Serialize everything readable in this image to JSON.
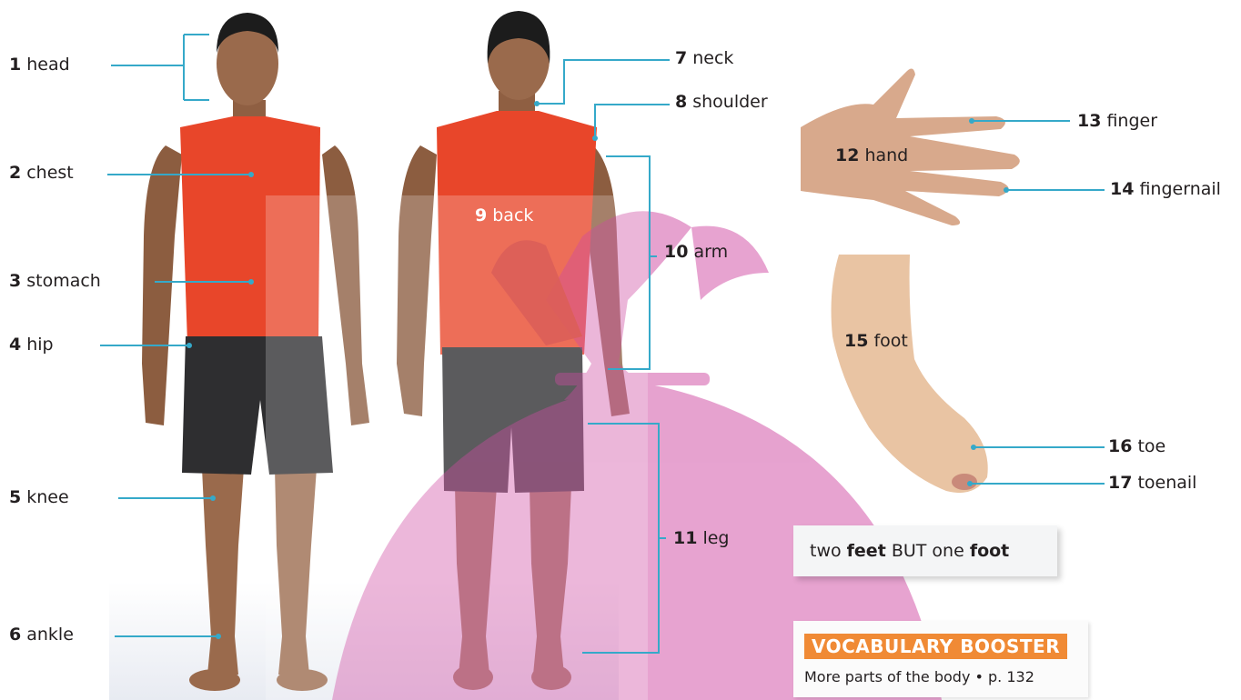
{
  "labels": {
    "head": {
      "num": "1",
      "text": "head"
    },
    "chest": {
      "num": "2",
      "text": "chest"
    },
    "stomach": {
      "num": "3",
      "text": "stomach"
    },
    "hip": {
      "num": "4",
      "text": "hip"
    },
    "knee": {
      "num": "5",
      "text": "knee"
    },
    "ankle": {
      "num": "6",
      "text": "ankle"
    },
    "neck": {
      "num": "7",
      "text": "neck"
    },
    "shoulder": {
      "num": "8",
      "text": "shoulder"
    },
    "back": {
      "num": "9",
      "text": "back"
    },
    "arm": {
      "num": "10",
      "text": "arm"
    },
    "leg": {
      "num": "11",
      "text": "leg"
    },
    "hand": {
      "num": "12",
      "text": "hand"
    },
    "finger": {
      "num": "13",
      "text": "finger"
    },
    "fingernail": {
      "num": "14",
      "text": "fingernail"
    },
    "foot": {
      "num": "15",
      "text": "foot"
    },
    "toe": {
      "num": "16",
      "text": "toe"
    },
    "toenail": {
      "num": "17",
      "text": "toenail"
    }
  },
  "note": {
    "part1": "two ",
    "bold1": "feet",
    "part2": " BUT one ",
    "bold2": "foot"
  },
  "booster": {
    "title": "VOCABULARY BOOSTER",
    "ref": "More parts of the body • p. 132"
  },
  "colors": {
    "leader_line": "#35a9c9",
    "tank_top": "#e8462a",
    "shorts": "#2e2e30",
    "skin": "#9a6a4c",
    "hair": "#1c1c1c",
    "watermark": "#c2188a",
    "booster_title_bg": "#f08a35"
  },
  "icons": {
    "front_figure": "man-front-figure",
    "back_figure": "man-back-figure",
    "hand": "hand-illustration",
    "foot": "foot-illustration",
    "watermark": "watermark-logo"
  }
}
